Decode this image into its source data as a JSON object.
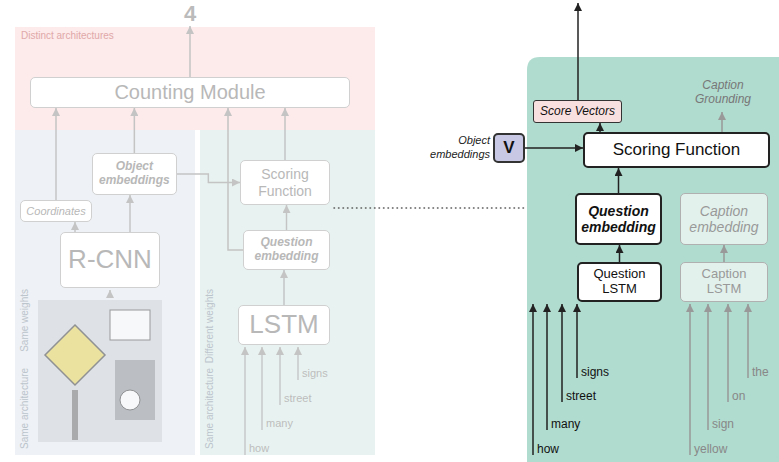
{
  "diagram": {
    "nodes": [
      {
        "text": [
          "Distinct architectures"
        ]
      },
      {
        "text": [
          "Counting Module"
        ],
        "in": 0
      },
      {
        "text": [
          "Same architecture",
          "Same weights"
        ]
      },
      {
        "text": [
          "Coordinates"
        ],
        "in": 2
      },
      {
        "text": [
          "Object embeddings"
        ],
        "in": 2
      },
      {
        "text": [
          "R-CNN"
        ],
        "in": 2
      },
      {
        "text": [
          "Same architecture",
          "Different weights"
        ]
      },
      {
        "text": [
          "Scoring Function"
        ],
        "in": 6
      },
      {
        "text": [
          "Question embedding"
        ],
        "in": 6
      },
      {
        "text": [
          "LSTM"
        ],
        "in": 6
      },
      {
        "text": [
          "Score Vectors"
        ]
      },
      {
        "text": [
          "Scoring Function"
        ]
      },
      {
        "text": [
          "V"
        ]
      },
      {
        "text": [
          "Question embedding"
        ]
      },
      {
        "text": [
          "Caption embedding"
        ]
      },
      {
        "text": [
          "Question LSTM"
        ]
      },
      {
        "text": [
          "Caption LSTM"
        ]
      }
    ],
    "edges": [
      {
        "from": 3,
        "to": 1,
        "arrow": "to"
      },
      {
        "from": 4,
        "to": 1,
        "arrow": "to"
      },
      {
        "from": 5,
        "to": 3,
        "arrow": "to"
      },
      {
        "from": 5,
        "to": 4,
        "arrow": "to"
      },
      {
        "from": 4,
        "to": 7,
        "arrow": "to"
      },
      {
        "from": 7,
        "to": 1,
        "arrow": "to"
      },
      {
        "from": 8,
        "to": 7,
        "arrow": "to"
      },
      {
        "from": 8,
        "to": 1,
        "arrow": "to"
      },
      {
        "from": 9,
        "to": 8,
        "arrow": "to"
      },
      {
        "from": 11,
        "to": 10,
        "arrow": "to"
      },
      {
        "from": 12,
        "to": 11,
        "arrow": "to"
      },
      {
        "from": 13,
        "to": 11,
        "arrow": "to"
      },
      {
        "from": 15,
        "to": 13,
        "arrow": "to"
      },
      {
        "from": 16,
        "to": 14,
        "arrow": "to"
      }
    ],
    "labels": [
      "4",
      "how",
      "many",
      "street",
      "signs",
      "Caption Grounding",
      "Object embeddings",
      "how",
      "many",
      "street",
      "signs",
      "yellow",
      "sign",
      "on",
      "the"
    ]
  }
}
